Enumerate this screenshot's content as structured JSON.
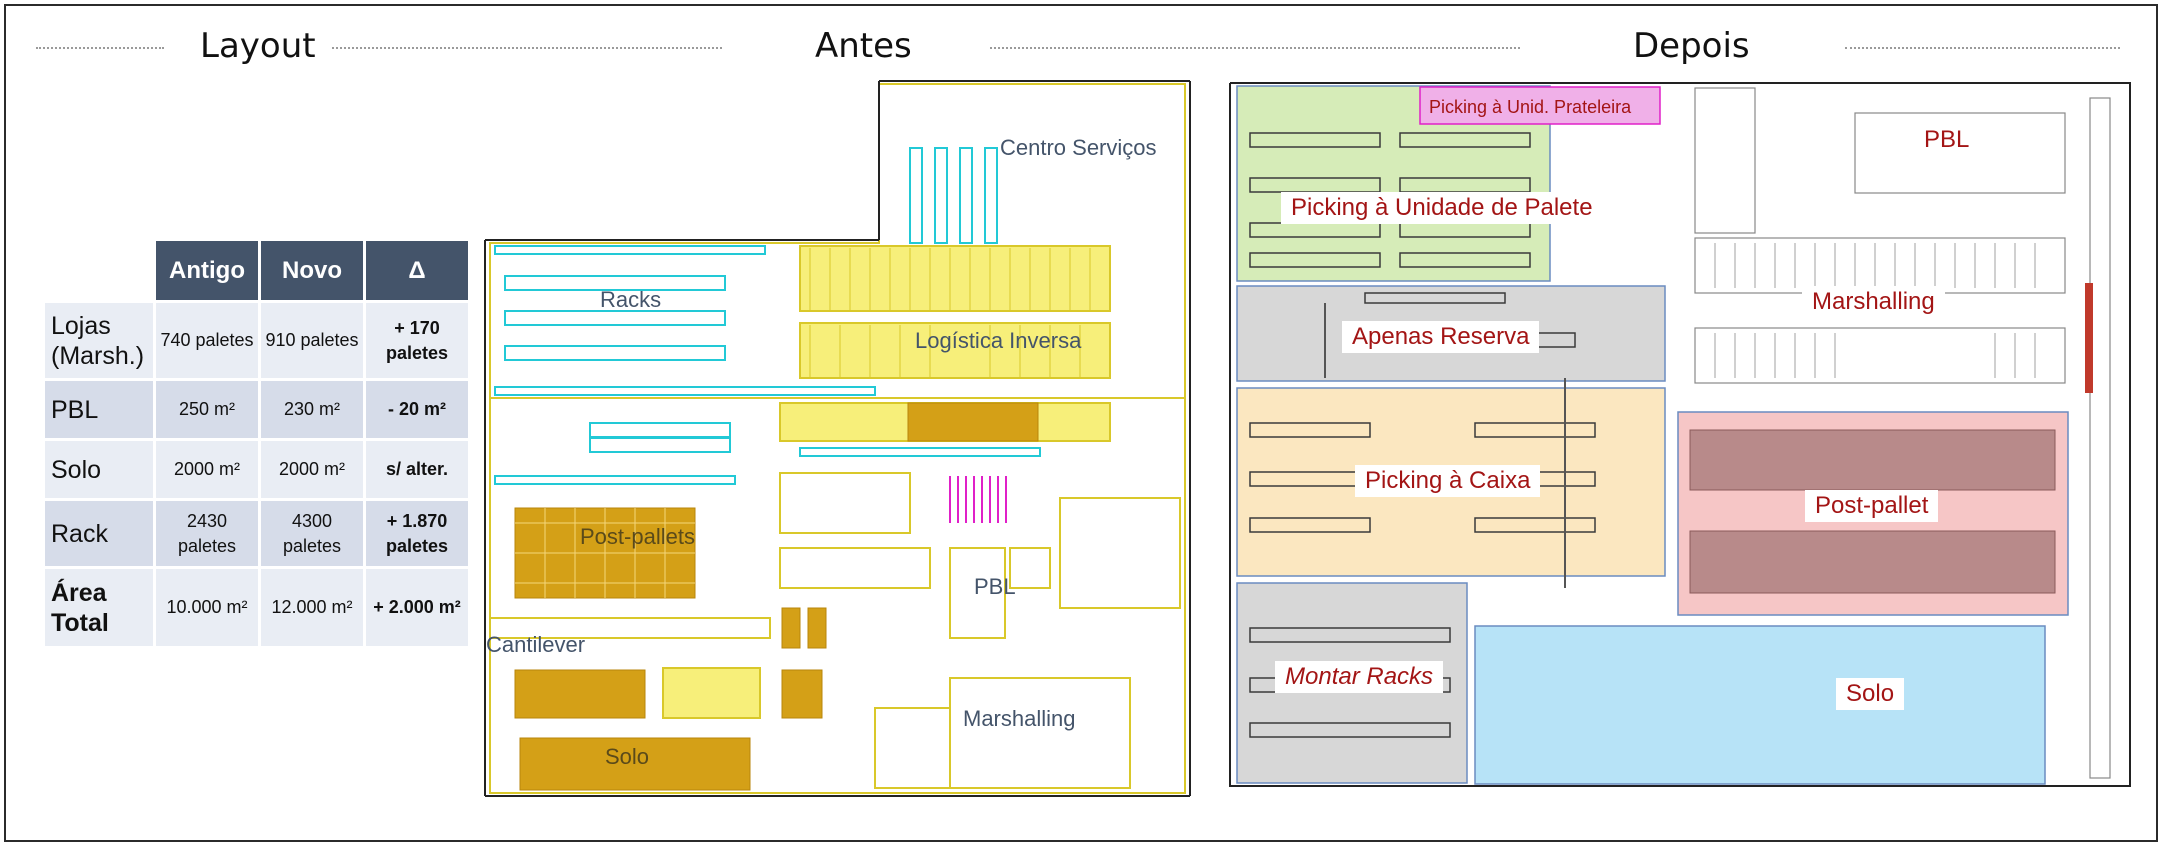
{
  "headers": {
    "layout": "Layout",
    "antes": "Antes",
    "depois": "Depois"
  },
  "table": {
    "columns": [
      "Antigo",
      "Novo",
      "Δ"
    ],
    "rows": [
      {
        "label": "Lojas (Marsh.)",
        "antigo": "740 paletes",
        "novo": "910 paletes",
        "delta": "+ 170 paletes"
      },
      {
        "label": "PBL",
        "antigo": "250 m²",
        "novo": "230 m²",
        "delta": "- 20 m²"
      },
      {
        "label": "Solo",
        "antigo": "2000 m²",
        "novo": "2000 m²",
        "delta": "s/ alter."
      },
      {
        "label": "Rack",
        "antigo": "2430 paletes",
        "novo": "4300 paletes",
        "delta": "+ 1.870 paletes"
      },
      {
        "label": "Área Total",
        "antigo": "10.000 m²",
        "novo": "12.000 m²",
        "delta": "+ 2.000 m²"
      }
    ]
  },
  "antes_labels": {
    "centro": "Centro Serviços",
    "racks": "Racks",
    "logistica": "Logística Inversa",
    "post": "Post-pallets",
    "pbl": "PBL",
    "cantilever": "Cantilever",
    "marshalling": "Marshalling",
    "solo": "Solo"
  },
  "depois_labels": {
    "prateleira": "Picking à Unid. Prateleira",
    "palete": "Picking à Unidade de Palete",
    "reserva": "Apenas Reserva",
    "caixa": "Picking à Caixa",
    "montar": "Montar Racks",
    "pbl": "PBL",
    "marshalling": "Marshalling",
    "postpallet": "Post-pallet",
    "solo": "Solo"
  },
  "colors": {
    "header_bg": "#44546a",
    "row_light": "#e9edf4",
    "row_dark": "#d6dce9",
    "rack_yellow": "#e6d24a",
    "storage_gold": "#d4a017",
    "cyan": "#22c9d6",
    "magenta": "#e020c8",
    "green_zone": "#d6ecb8",
    "grey_zone": "#d7d7d7",
    "beige_zone": "#fbe7c0",
    "pink_zone": "#f6c6c6",
    "blue_zone": "#b7e3f7",
    "label_red": "#a31515"
  }
}
